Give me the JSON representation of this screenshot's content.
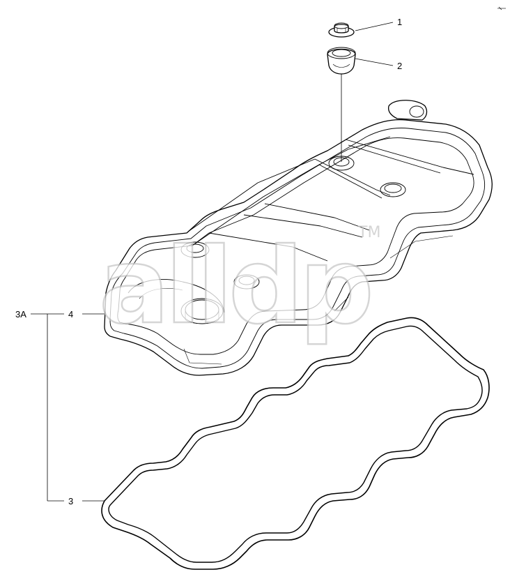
{
  "callouts": {
    "label_1": "1",
    "label_2": "2",
    "label_3": "3",
    "label_4": "4",
    "label_3a": "3A"
  },
  "watermark": {
    "text": "alldp",
    "trademark": "TM"
  },
  "colors": {
    "line": "#000000",
    "watermark_outline": "#c8c8c8",
    "background": "#ffffff"
  }
}
